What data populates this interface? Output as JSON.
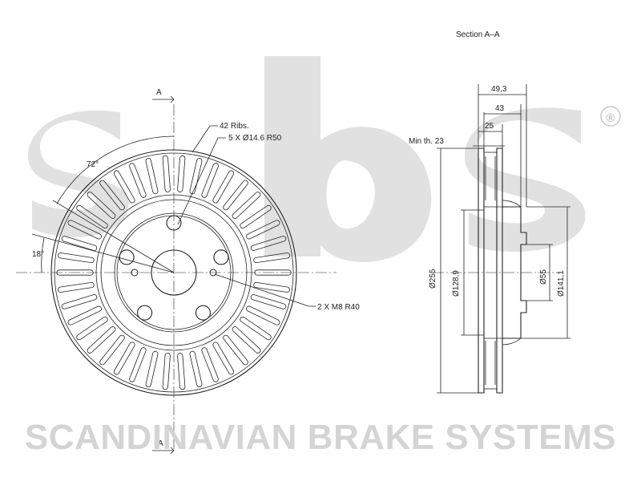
{
  "brand": {
    "logo_text": "sbs",
    "registered_mark": "®",
    "company_name": "SCANDINAVIAN BRAKE SYSTEMS",
    "watermark_color": "#d4d4d4"
  },
  "front_view": {
    "section_marker_top": "A",
    "section_marker_bottom": "A",
    "angle_72": "72°",
    "angle_18": "18°",
    "ribs_label": "42 Ribs.",
    "bolt_holes_label": "5 X Ø14.6 R50",
    "thread_holes_label": "2 X M8 R40",
    "ribs_count": 42,
    "bolt_hole_count": 5
  },
  "section_view": {
    "title": "Section A–A",
    "dim_overall_width": "49,3",
    "dim_hat_width": "43",
    "dim_disc_thickness": "25",
    "min_thickness": "Min th. 23",
    "dim_outer_diameter": "Ø255",
    "dim_pcd": "Ø128,9",
    "dim_center_bore": "Ø55",
    "dim_hat_diameter": "Ø141,1"
  },
  "colors": {
    "line": "#222222",
    "watermark": "#d4d4d4"
  }
}
